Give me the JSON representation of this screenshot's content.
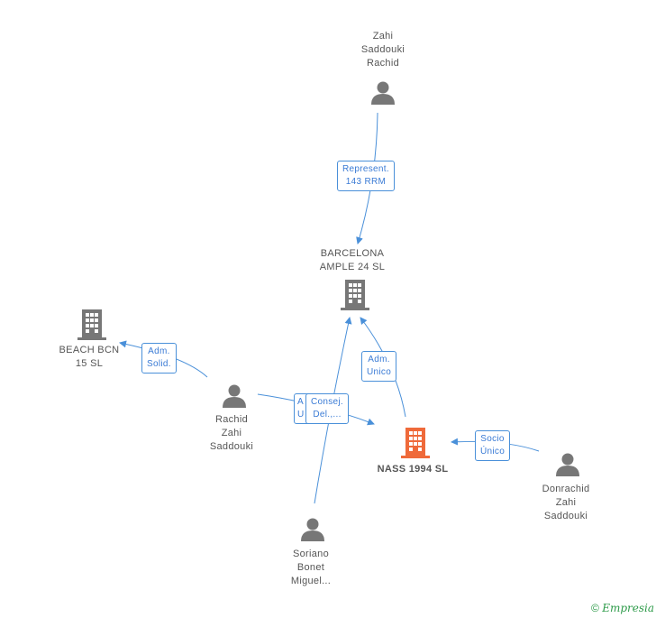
{
  "colors": {
    "edge": "#4a90d9",
    "person": "#777777",
    "company": "#777777",
    "company_main": "#ef6a3a",
    "footer": "#2e9b4a"
  },
  "nodes": {
    "zahi_rachid": {
      "lines": [
        "Zahi",
        "Saddouki",
        "Rachid"
      ]
    },
    "barcelona": {
      "lines": [
        "BARCELONA",
        "AMPLE 24 SL"
      ]
    },
    "beach": {
      "lines": [
        "BEACH BCN",
        "15 SL"
      ]
    },
    "rachid": {
      "lines": [
        "Rachid",
        "Zahi",
        "Saddouki"
      ]
    },
    "nass": {
      "lines": [
        "NASS 1994 SL"
      ]
    },
    "donrachid": {
      "lines": [
        "Donrachid",
        "Zahi",
        "Saddouki"
      ]
    },
    "soriano": {
      "lines": [
        "Soriano",
        "Bonet",
        "Miguel..."
      ]
    }
  },
  "edges": {
    "represent": {
      "lines": [
        "Represent.",
        "143 RRM"
      ]
    },
    "adm_solid": {
      "lines": [
        "Adm.",
        "Solid."
      ]
    },
    "adm_unico": {
      "lines": [
        "Adm.",
        "Unico"
      ]
    },
    "adm_u_partial": {
      "lines": [
        "A",
        "U"
      ]
    },
    "consej": {
      "lines": [
        "Consej.",
        "Del.,..."
      ]
    },
    "socio": {
      "lines": [
        "Socio",
        "Único"
      ]
    }
  },
  "footer": {
    "copyright": "©",
    "brand": "Empresia"
  }
}
